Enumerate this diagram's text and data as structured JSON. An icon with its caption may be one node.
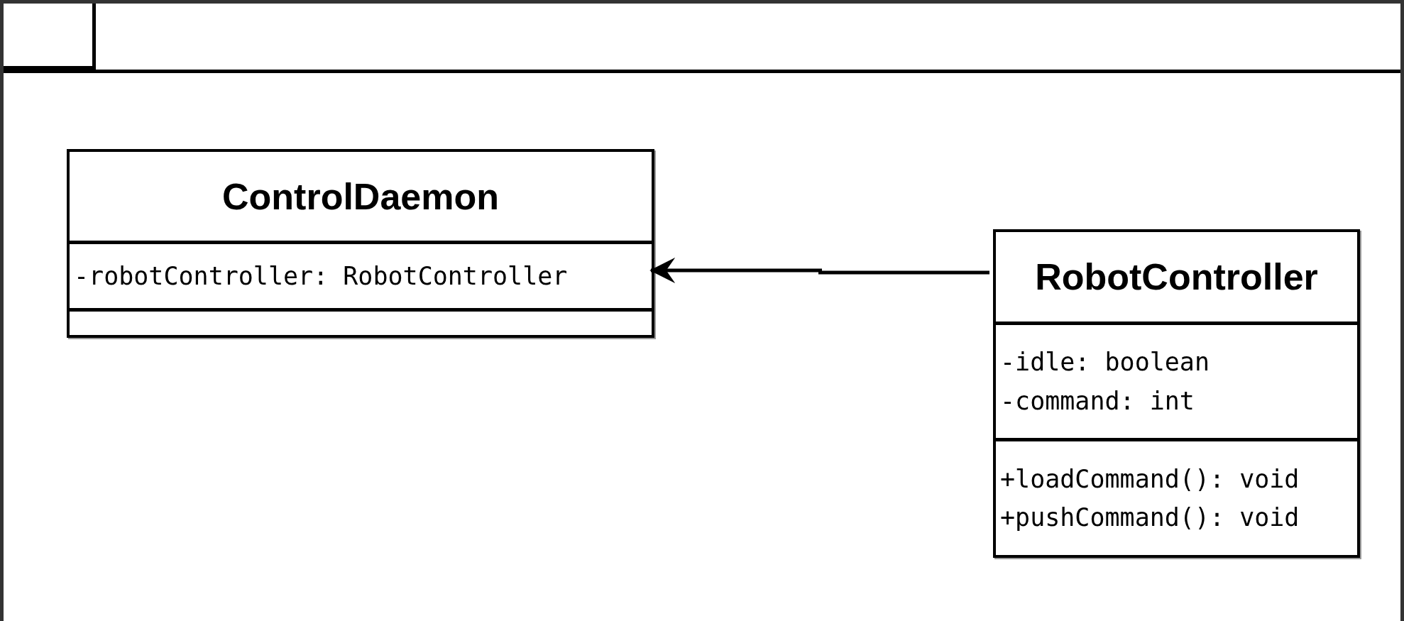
{
  "diagram": {
    "nodes": [
      {
        "text": [],
        "shape": "box"
      },
      {
        "text": [],
        "shape": "box",
        "in": 0
      },
      {
        "text": [
          "ControlDaemon",
          "-robotController: RobotController"
        ],
        "in": 0
      },
      {
        "text": [
          "RobotController",
          "-idle: boolean",
          "-command: int",
          "+loadCommand(): void",
          "+pushCommand(): void"
        ],
        "in": 0
      }
    ],
    "edges": [
      {
        "from": 3,
        "to": 2,
        "arrow": "to"
      }
    ]
  }
}
